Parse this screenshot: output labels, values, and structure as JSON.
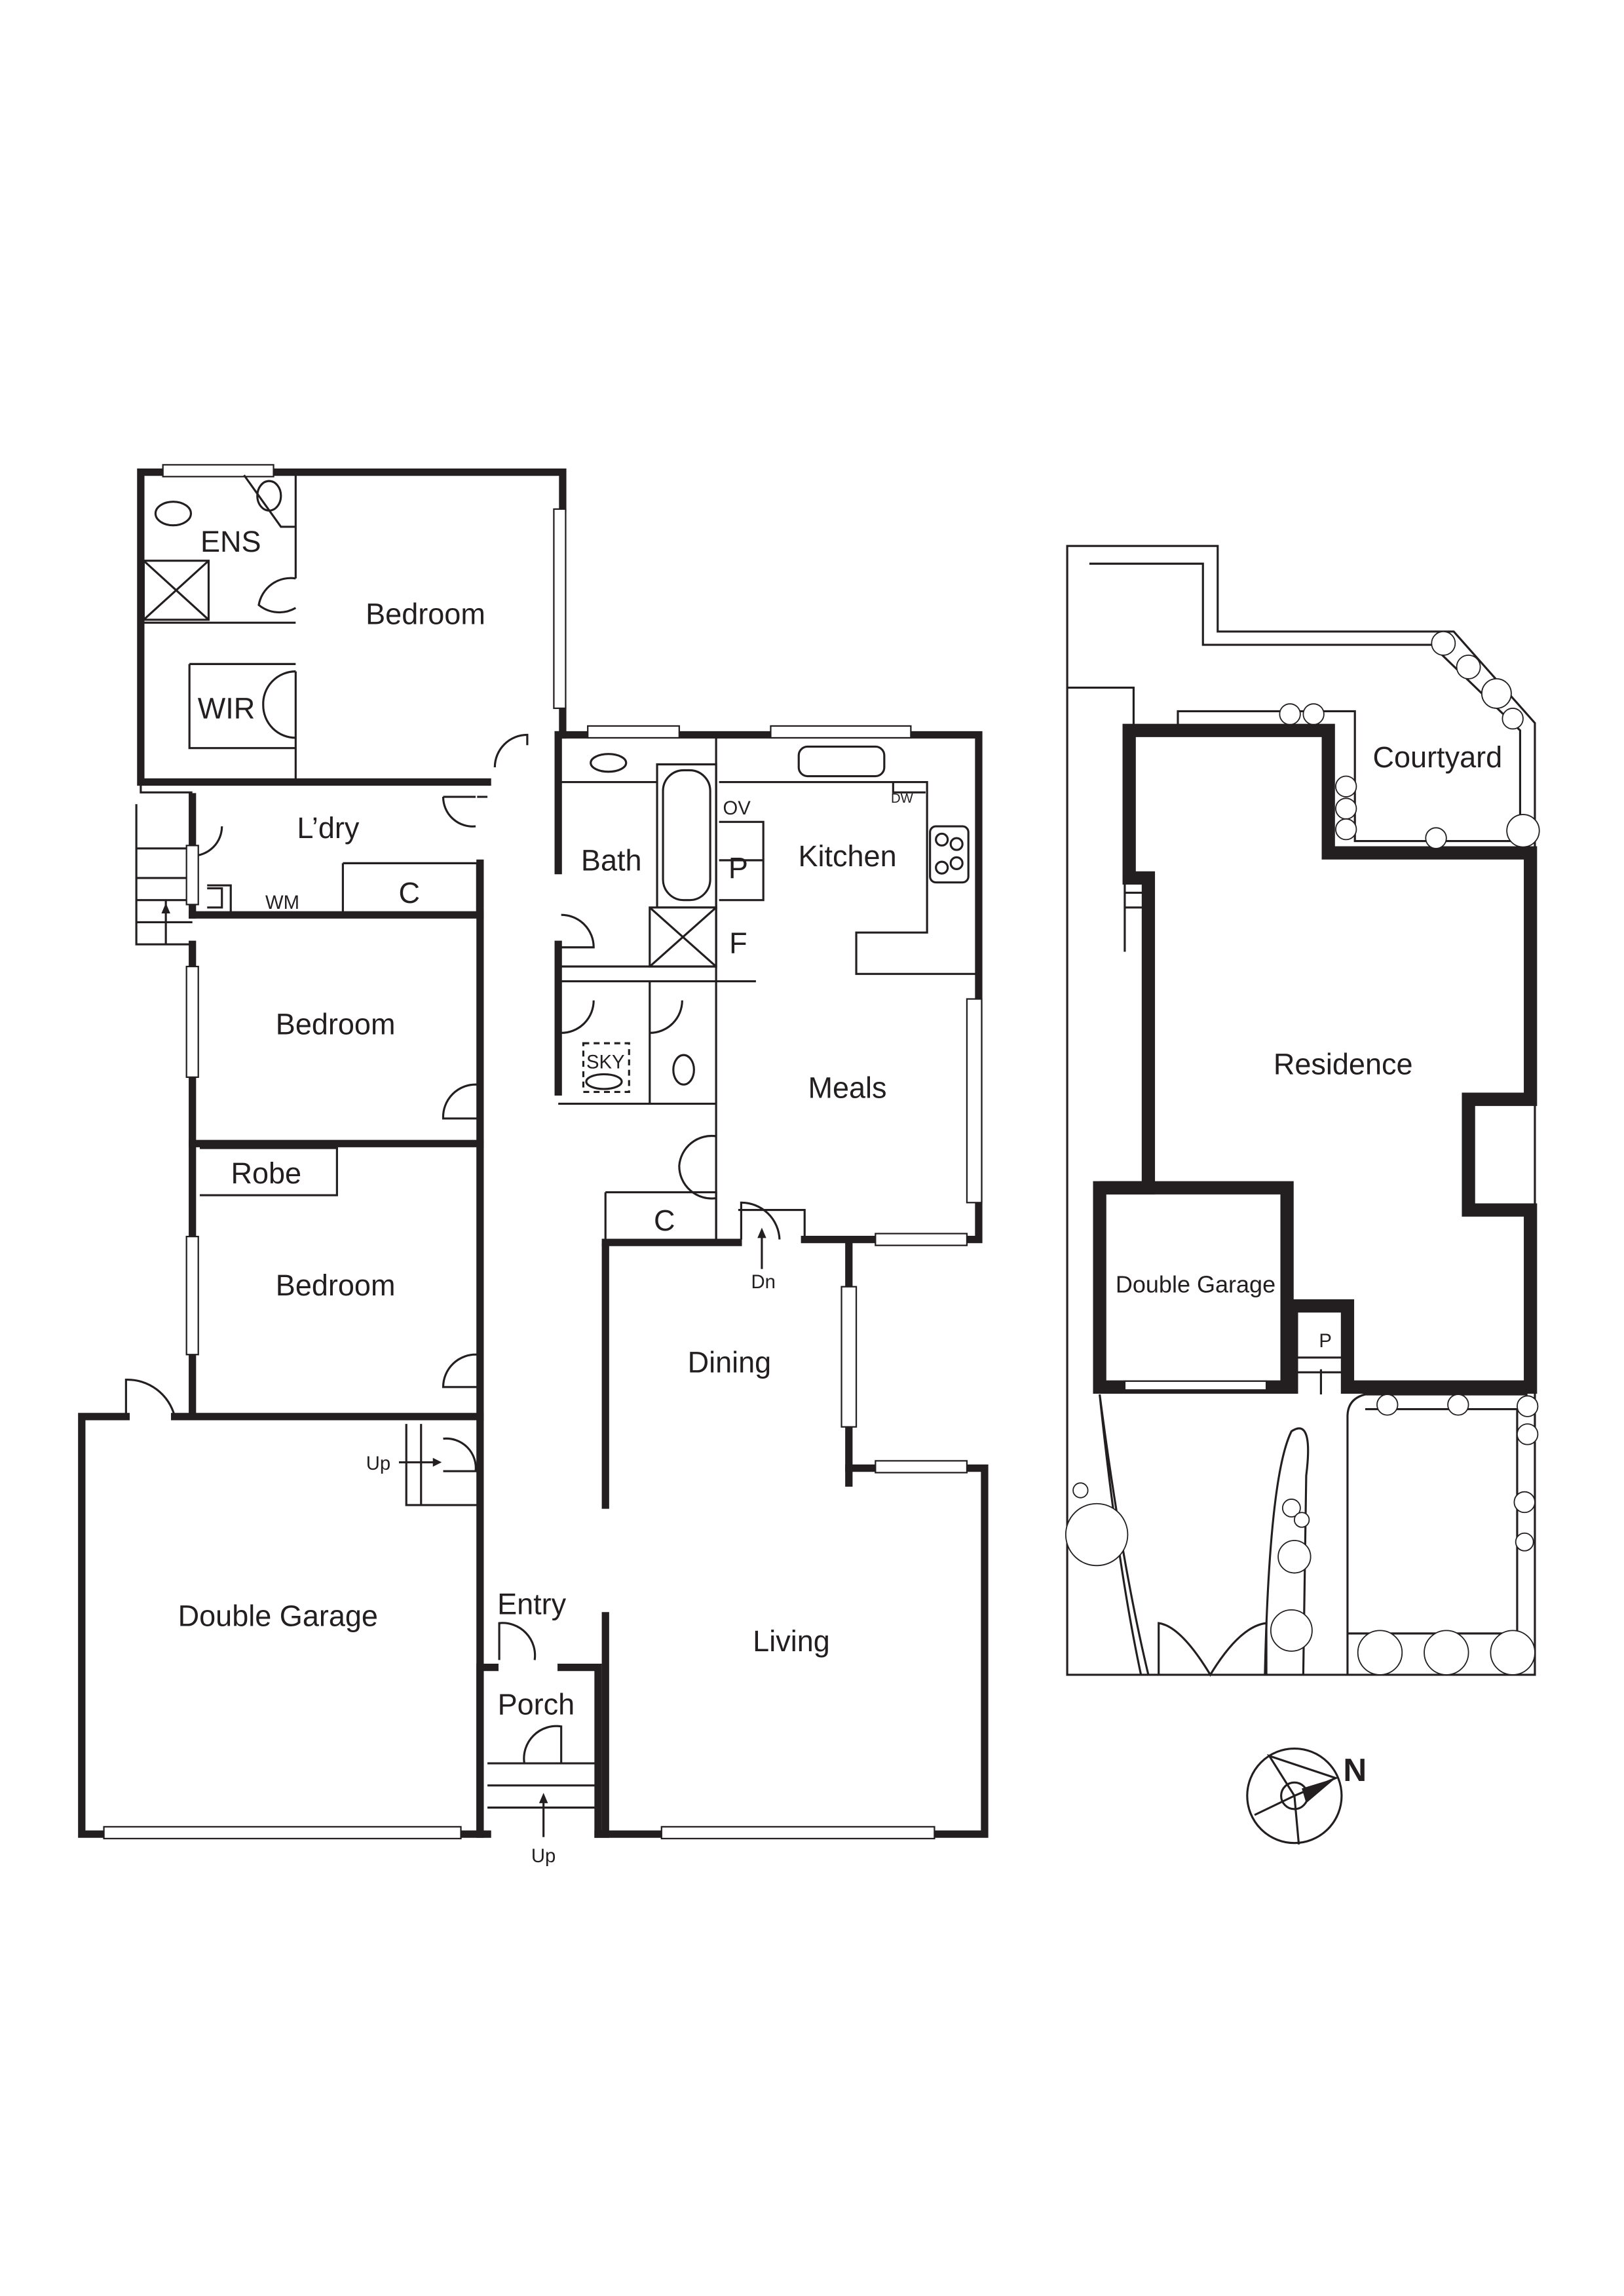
{
  "floor_plan": {
    "rooms": {
      "master_bedroom": "Bedroom",
      "ensuite": "ENS",
      "walk_in_robe": "WIR",
      "laundry": "L’dry",
      "washing_machine": "WM",
      "laundry_cupboard": "C",
      "bedroom_2": "Bedroom",
      "robe": "Robe",
      "bedroom_3": "Bedroom",
      "garage_stairs": "Up",
      "double_garage": "Double Garage",
      "entry": "Entry",
      "porch": "Porch",
      "porch_stairs": "Up",
      "bath": "Bath",
      "oven": "OV",
      "pantry": "P",
      "fridge": "F",
      "kitchen": "Kitchen",
      "dishwasher": "DW",
      "skylight": "SKY",
      "meals": "Meals",
      "hall_cupboard": "C",
      "meals_stairs": "Dn",
      "dining": "Dining",
      "living": "Living"
    }
  },
  "site_plan": {
    "courtyard": "Courtyard",
    "residence": "Residence",
    "double_garage": "Double Garage",
    "porch": "P"
  },
  "compass": {
    "north_label": "N"
  }
}
